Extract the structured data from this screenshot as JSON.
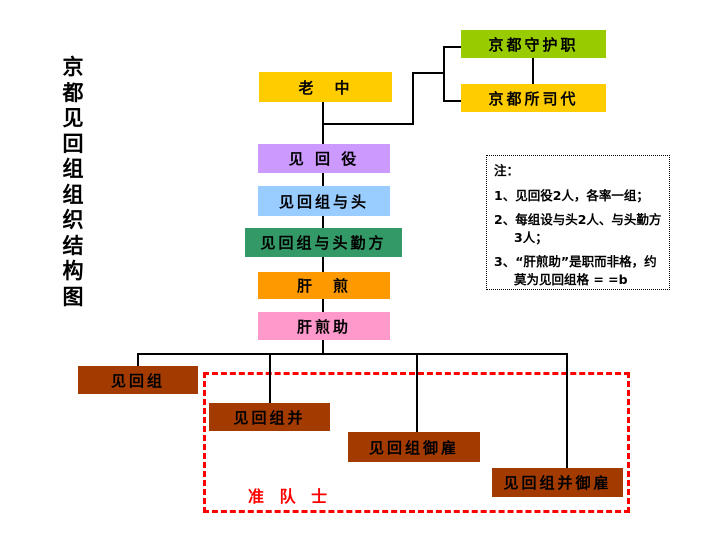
{
  "title": {
    "text": "京都见回组组织结构图",
    "chars": [
      "京",
      "都",
      "见",
      "回",
      "组",
      "组",
      "织",
      "结",
      "构",
      "图"
    ]
  },
  "nodes": {
    "kyoto_shugoshoku": {
      "label": "京都守护职",
      "color": "#99CC00"
    },
    "kyoto_shoshidai": {
      "label": "京都所司代",
      "color": "#FFCC00"
    },
    "roju": {
      "label": "老　中",
      "color": "#FFCC00"
    },
    "mimawari_yaku": {
      "label": "见 回 役",
      "color": "#CC99FF"
    },
    "kumigashira": {
      "label": "见回组与头",
      "color": "#99CCFF"
    },
    "kumigashira_kinkata": {
      "label": "见回组与头勤方",
      "color": "#339966"
    },
    "kimoiri": {
      "label": "肝　煎",
      "color": "#FF9900"
    },
    "kimoiri_jo": {
      "label": "肝煎助",
      "color": "#FF99CC"
    },
    "mimawarigumi": {
      "label": "见回组",
      "color": "#A33B00"
    },
    "mimawarigumi_nami": {
      "label": "见回组并",
      "color": "#A33B00"
    },
    "mimawarigumi_oyatoi": {
      "label": "见回组御雇",
      "color": "#A33B00"
    },
    "mimawarigumi_nami_oyatoi": {
      "label": "见回组并御雇",
      "color": "#A33B00"
    }
  },
  "quasi": {
    "label": "准 队 士",
    "boundary_color": "#FF0000"
  },
  "note": {
    "heading": "注：",
    "items": [
      "1、见回役2人，各率一组；",
      "2、每组设与头2人、与头勤方3人；",
      "3、“肝煎助”是职而非格，约莫为见回组格 = =b"
    ]
  }
}
